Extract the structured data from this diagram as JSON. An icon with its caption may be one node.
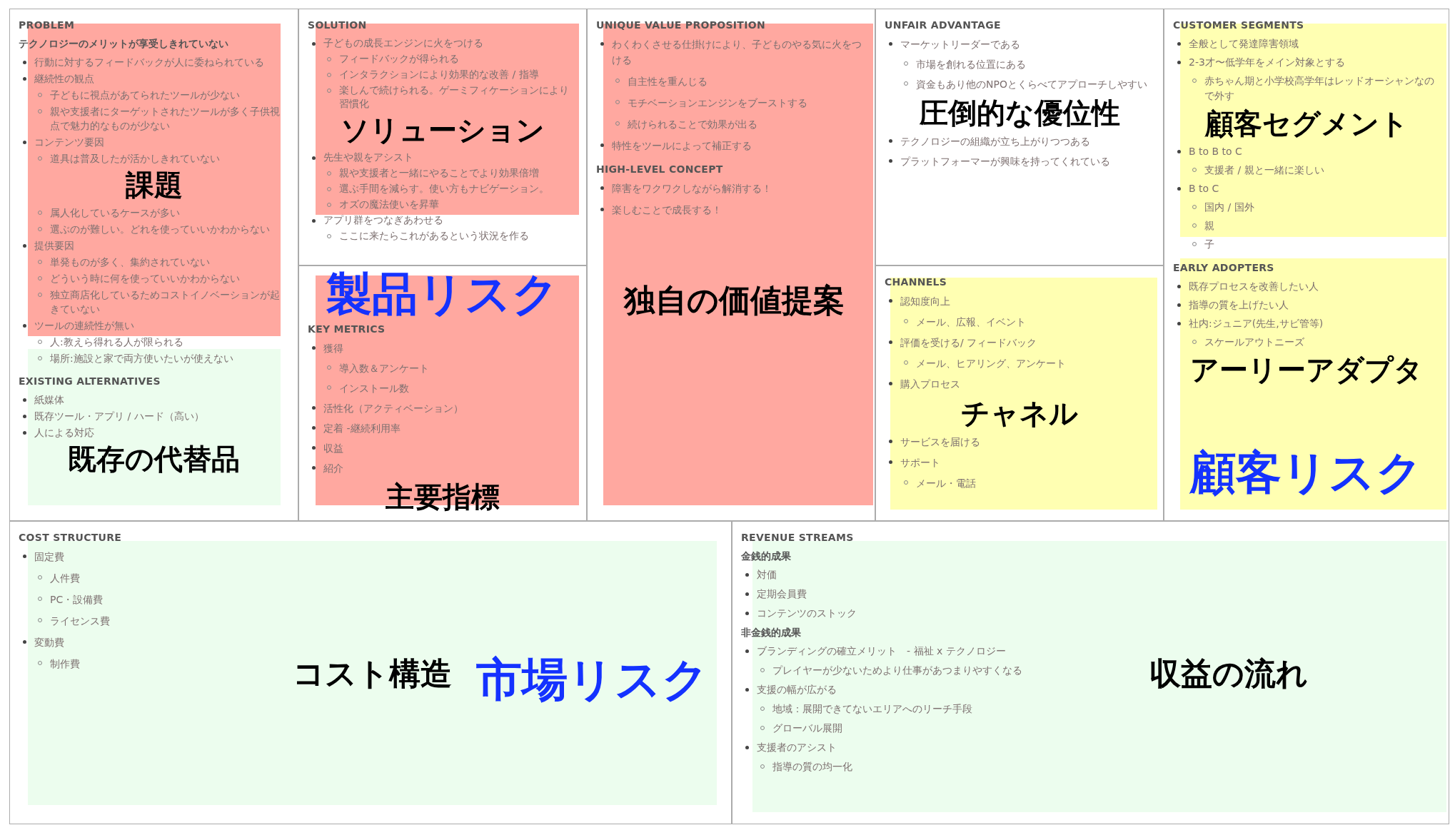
{
  "diagram": {
    "nodes": [
      {
        "text": [
          "PROBLEM",
          "テクノロジーのメリットが享受しきれていない",
          "行動に対するフィードバックが人に委ねられている",
          "継続性の観点",
          "子どもに視点があてられたツールが少ない",
          "親や支援者にターゲットされたツールが多く子供視点で魅力的なものが少ない",
          "コンテンツ要因",
          "道具は普及したが活かしきれていない",
          "課題",
          "属人化しているケースが多い",
          "選ぶのが難しい。どれを使っていいかわからない",
          "提供要因",
          "単発ものが多く、集約されていない",
          "どういう時に何を使っていいかわからない",
          "独立商店化しているためコストイノベーションが起きていない",
          "ツールの連続性が無い",
          "人:教えら得れる人が限られる",
          "場所:施設と家で両方使いたいが使えない",
          "EXISTING ALTERNATIVES",
          "紙媒体",
          "既存ツール・アプリ / ハード（高い）",
          "人による対応",
          "既存の代替品"
        ]
      },
      {
        "text": [
          "SOLUTION",
          "子どもの成長エンジンに火をつける",
          "フィードバックが得られる",
          "インタラクションにより効果的な改善 / 指導",
          "楽しんで続けられる。ゲーミフィケーションにより習慣化",
          "ソリューション",
          "先生や親をアシスト",
          "親や支援者と一緒にやることでより効果倍増",
          "選ぶ手間を減らす。使い方もナビゲーション。",
          "オズの魔法使いを昇華",
          "アプリ群をつなぎあわせる",
          "ここに来たらこれがあるという状況を作る"
        ]
      },
      {
        "text": [
          "KEY METRICS",
          "獲得",
          "導入数＆アンケート",
          "インストール数",
          "活性化（アクティベーション）",
          "定着 -継続利用率",
          "収益",
          "紹介",
          "主要指標"
        ]
      },
      {
        "text": [
          "UNIQUE VALUE PROPOSITION",
          "わくわくさせる仕掛けにより、子どものやる気に火をつける",
          "自主性を重んじる",
          "モチベーションエンジンをブーストする",
          "続けられることで効果が出る",
          "特性をツールによって補正する",
          "HIGH-LEVEL CONCEPT",
          "障害をワクワクしながら解消する！",
          "楽しむことで成長する！",
          "独自の価値提案"
        ]
      },
      {
        "text": [
          "UNFAIR ADVANTAGE",
          "マーケットリーダーである",
          "市場を創れる位置にある",
          "資金もあり他のNPOとくらべてアプローチしやすい",
          "圧倒的な優位性",
          "テクノロジーの組織が立ち上がりつつある",
          "プラットフォーマーが興味を持ってくれている"
        ]
      },
      {
        "text": [
          "CHANNELS",
          "認知度向上",
          "メール、広報、イベント",
          "評価を受ける/ フィードバック",
          "メール、ヒアリング、アンケート",
          "購入プロセス",
          "チャネル",
          "サービスを届ける",
          "サポート",
          "メール・電話"
        ]
      },
      {
        "text": [
          "CUSTOMER SEGMENTS",
          "全般として発達障害領域",
          "2-3才〜低学年をメイン対象とする",
          "赤ちゃん期と小学校高学年はレッドオーシャンなので外す",
          "顧客セグメント",
          "B to B to C",
          "支援者 / 親と一緒に楽しい",
          "B to C",
          "国内 / 国外",
          "親",
          "子",
          "EARLY ADOPTERS",
          "既存プロセスを改善したい人",
          "指導の質を上げたい人",
          "社内:ジュニア(先生,サビ管等)",
          "スケールアウトニーズ",
          "アーリーアダプタ"
        ]
      },
      {
        "text": [
          "COST STRUCTURE",
          "固定費",
          "人件費",
          "PC・設備費",
          "ライセンス費",
          "変動費",
          "制作費",
          "コスト構造"
        ]
      },
      {
        "text": [
          "REVENUE STREAMS",
          "金銭的成果",
          "対価",
          "定期会員費",
          "コンテンツのストック",
          "非金銭的成果",
          "ブランディングの確立メリット　- 福祉 x テクノロジー",
          "プレイヤーが少ないためより仕事があつまりやすくなる",
          "支援の幅が広がる",
          "地域：展開できてないエリアへのリーチ手段",
          "グローバル展開",
          "支援者のアシスト",
          "指導の質の均一化",
          "収益の流れ"
        ]
      }
    ],
    "labels": [
      "製品リスク",
      "顧客リスク",
      "市場リスク"
    ]
  }
}
